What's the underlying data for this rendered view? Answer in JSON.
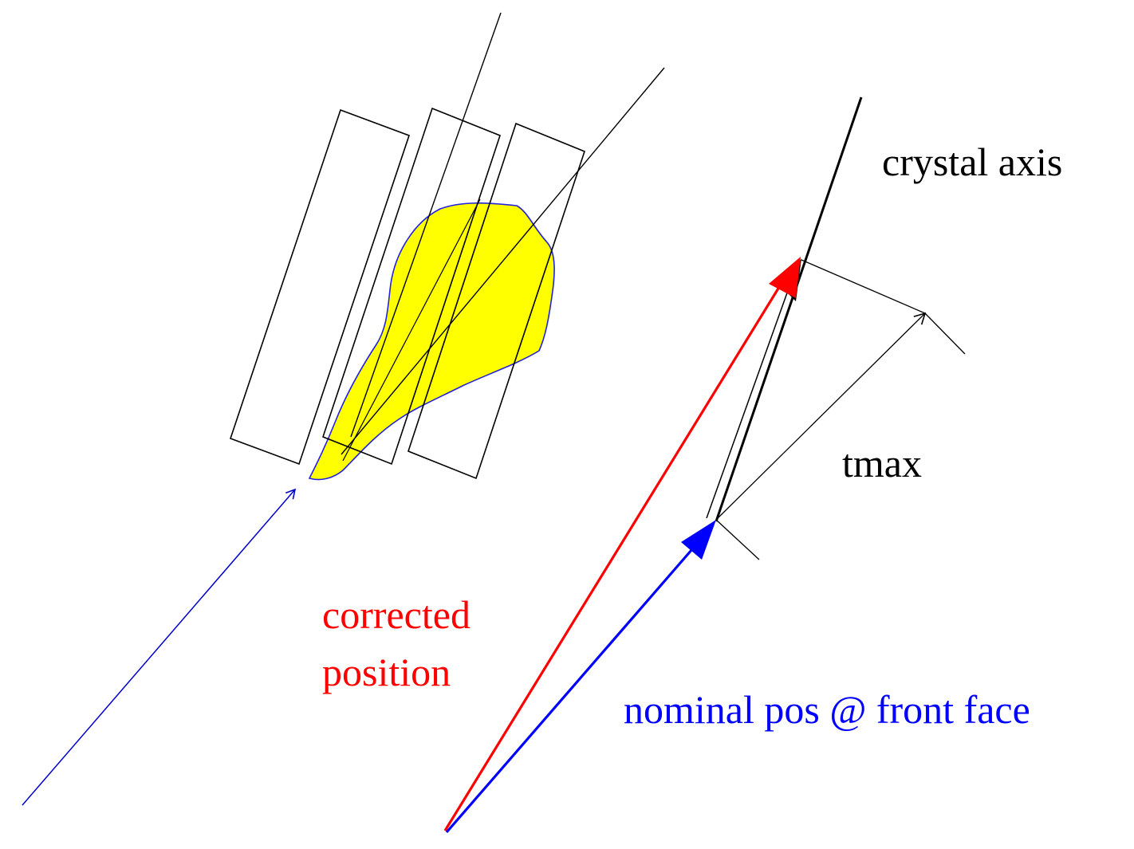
{
  "labels": {
    "crystal_axis": "crystal axis",
    "tmax": "tmax",
    "corrected_line1": "corrected",
    "corrected_line2": "position",
    "nominal": "nominal pos @ front face"
  },
  "colors": {
    "outline": "#000000",
    "shower_fill": "#ffff00",
    "shower_edge": "#2222dd",
    "corrected": "#ff0000",
    "nominal": "#0000ff",
    "incoming_track": "#0000cc"
  },
  "elements": {
    "crystals": [
      "crystal-left",
      "crystal-middle",
      "crystal-right"
    ],
    "shower": "energy-deposit",
    "particle_track": "incoming-particle"
  }
}
